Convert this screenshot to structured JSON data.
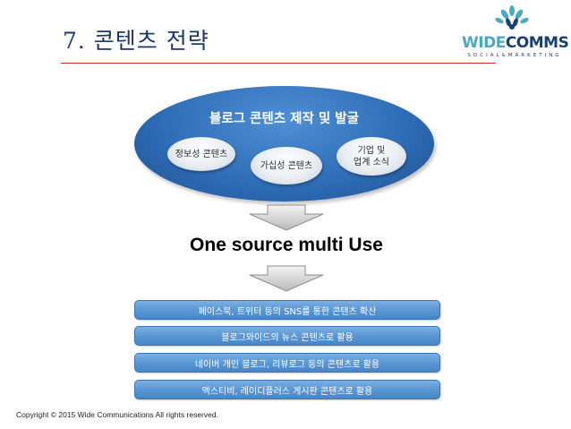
{
  "title": "7. 콘텐츠 전략",
  "logo": {
    "word_part1": "WIDE",
    "word_part2": "COMMS",
    "tagline": "SOCIAL&MARKETING",
    "colors": {
      "light": "#4da8c4",
      "dark": "#1b3f73"
    }
  },
  "diagram": {
    "ellipse_title": "블로그 콘텐츠 제작 및 발굴",
    "bubbles": [
      "정보성 콘텐츠",
      "가십성 콘텐츠",
      "기업 및\n업계 소식"
    ],
    "center_text": "One source multi Use",
    "bars": [
      "페이스북, 트위터 등의 SNS를 통한 콘텐츠 확산",
      "블로그와이드의 뉴스 콘텐츠로 활용",
      "네이버 개인 블로그, 리뷰로그 등의 콘텐츠로 활용",
      "엑스티비, 레이디플러스 게시판 콘텐츠로 활용"
    ],
    "colors": {
      "ellipse": "#2d6bb4",
      "bar": "#5a97d4",
      "arrow": "#9a9a9a"
    }
  },
  "footer": {
    "copyright": "Copyright © 2015 Wide Communications All rights reserved."
  }
}
